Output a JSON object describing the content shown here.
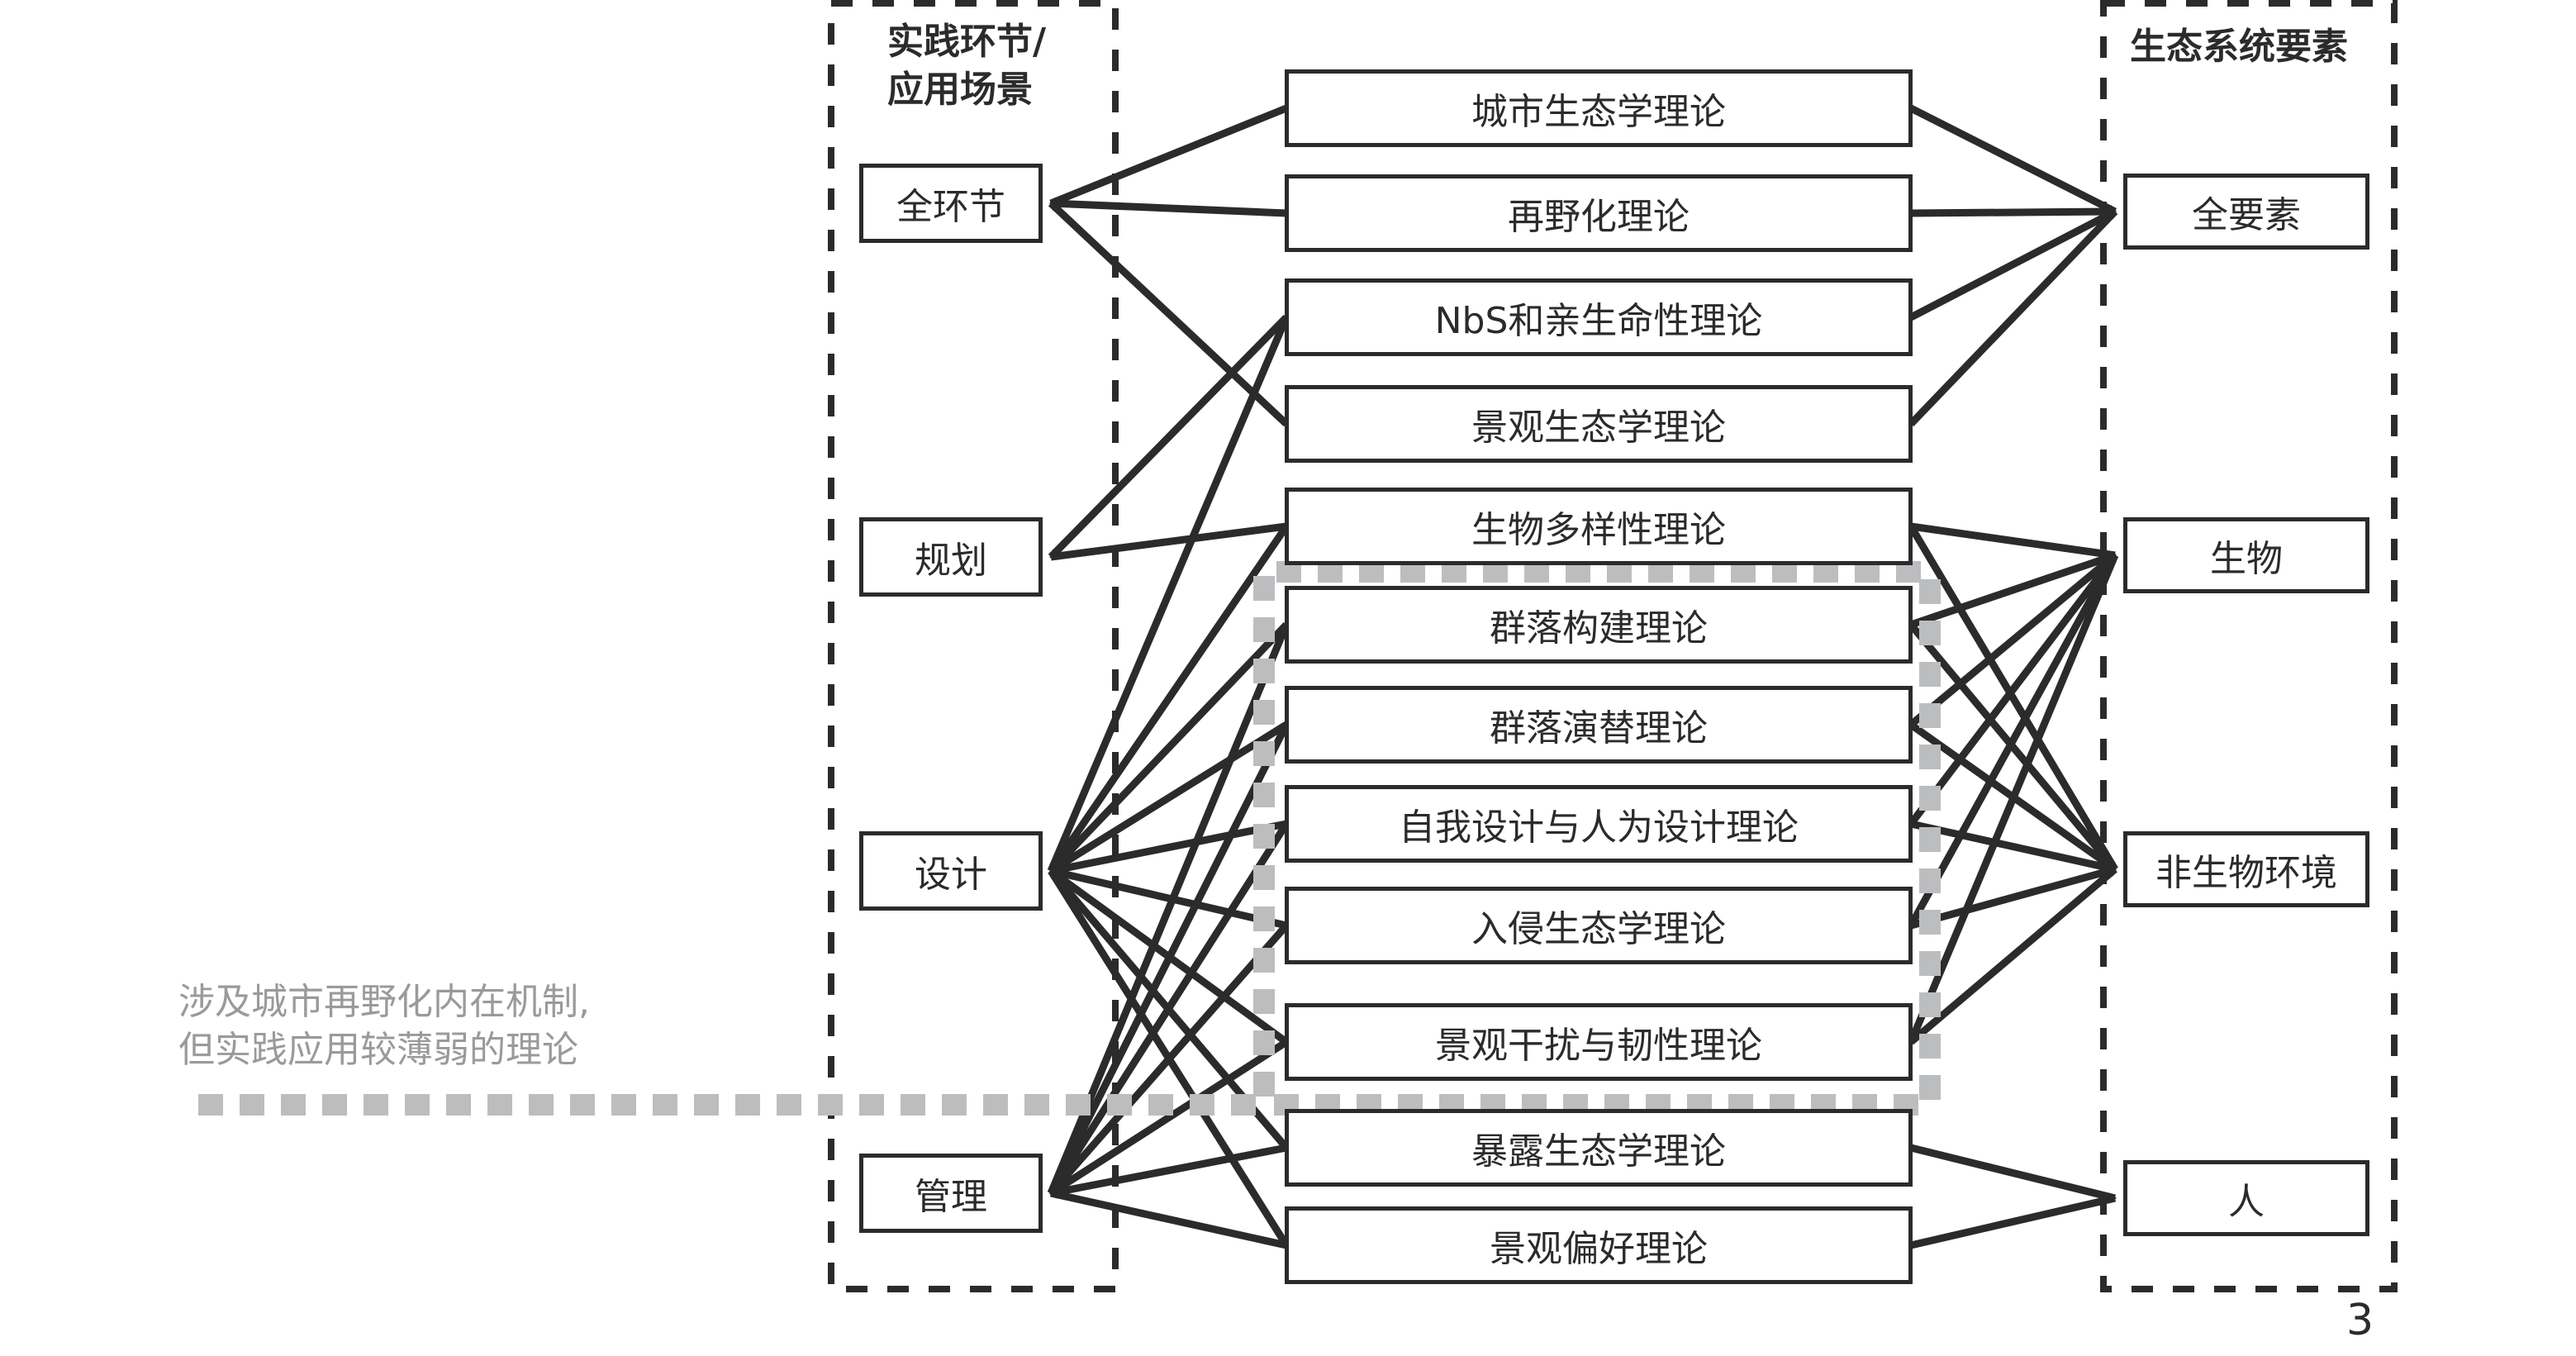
{
  "left_column": {
    "title_line1": "实践环节/",
    "title_line2": "应用场景",
    "nodes": [
      "全环节",
      "规划",
      "设计",
      "管理"
    ]
  },
  "middle_column": {
    "nodes": [
      "城市生态学理论",
      "再野化理论",
      "NbS和亲生命性理论",
      "景观生态学理论",
      "生物多样性理论",
      "群落构建理论",
      "群落演替理论",
      "自我设计与人为设计理论",
      "入侵生态学理论",
      "景观干扰与韧性理论",
      "暴露生态学理论",
      "景观偏好理论"
    ]
  },
  "right_column": {
    "title": "生态系统要素",
    "nodes": [
      "全要素",
      "生物",
      "非生物环境",
      "人"
    ]
  },
  "annotation": {
    "line1": "涉及城市再野化内在机制,",
    "line2": "但实践应用较薄弱的理论"
  },
  "highlight_group": [
    "群落构建理论",
    "群落演替理论",
    "自我设计与人为设计理论",
    "入侵生态学理论",
    "景观干扰与韧性理论"
  ],
  "edges_to_practice": [
    {
      "from": "城市生态学理论",
      "to": "全环节"
    },
    {
      "from": "再野化理论",
      "to": "全环节"
    },
    {
      "from": "景观生态学理论",
      "to": "全环节"
    },
    {
      "from": "NbS和亲生命性理论",
      "to": "规划"
    },
    {
      "from": "生物多样性理论",
      "to": "规划"
    },
    {
      "from": "NbS和亲生命性理论",
      "to": "设计"
    },
    {
      "from": "生物多样性理论",
      "to": "设计"
    },
    {
      "from": "群落构建理论",
      "to": "设计"
    },
    {
      "from": "群落演替理论",
      "to": "设计"
    },
    {
      "from": "自我设计与人为设计理论",
      "to": "设计"
    },
    {
      "from": "入侵生态学理论",
      "to": "设计"
    },
    {
      "from": "景观干扰与韧性理论",
      "to": "设计"
    },
    {
      "from": "暴露生态学理论",
      "to": "设计"
    },
    {
      "from": "景观偏好理论",
      "to": "设计"
    },
    {
      "from": "群落构建理论",
      "to": "管理"
    },
    {
      "from": "群落演替理论",
      "to": "管理"
    },
    {
      "from": "自我设计与人为设计理论",
      "to": "管理"
    },
    {
      "from": "入侵生态学理论",
      "to": "管理"
    },
    {
      "from": "景观干扰与韧性理论",
      "to": "管理"
    },
    {
      "from": "暴露生态学理论",
      "to": "管理"
    },
    {
      "from": "景观偏好理论",
      "to": "管理"
    }
  ],
  "edges_to_elements": [
    {
      "from": "城市生态学理论",
      "to": "全要素"
    },
    {
      "from": "再野化理论",
      "to": "全要素"
    },
    {
      "from": "NbS和亲生命性理论",
      "to": "全要素"
    },
    {
      "from": "景观生态学理论",
      "to": "全要素"
    },
    {
      "from": "生物多样性理论",
      "to": "生物"
    },
    {
      "from": "生物多样性理论",
      "to": "非生物环境"
    },
    {
      "from": "群落构建理论",
      "to": "生物"
    },
    {
      "from": "群落构建理论",
      "to": "非生物环境"
    },
    {
      "from": "群落演替理论",
      "to": "生物"
    },
    {
      "from": "群落演替理论",
      "to": "非生物环境"
    },
    {
      "from": "自我设计与人为设计理论",
      "to": "生物"
    },
    {
      "from": "自我设计与人为设计理论",
      "to": "非生物环境"
    },
    {
      "from": "入侵生态学理论",
      "to": "生物"
    },
    {
      "from": "入侵生态学理论",
      "to": "非生物环境"
    },
    {
      "from": "景观干扰与韧性理论",
      "to": "生物"
    },
    {
      "from": "景观干扰与韧性理论",
      "to": "非生物环境"
    },
    {
      "from": "暴露生态学理论",
      "to": "人"
    },
    {
      "from": "景观偏好理论",
      "to": "人"
    }
  ],
  "page_number": "3",
  "colors": {
    "ink": "#2b2b2b",
    "highlight_dash": "#bcbdbf",
    "annotation_text": "#9a9a9a"
  }
}
